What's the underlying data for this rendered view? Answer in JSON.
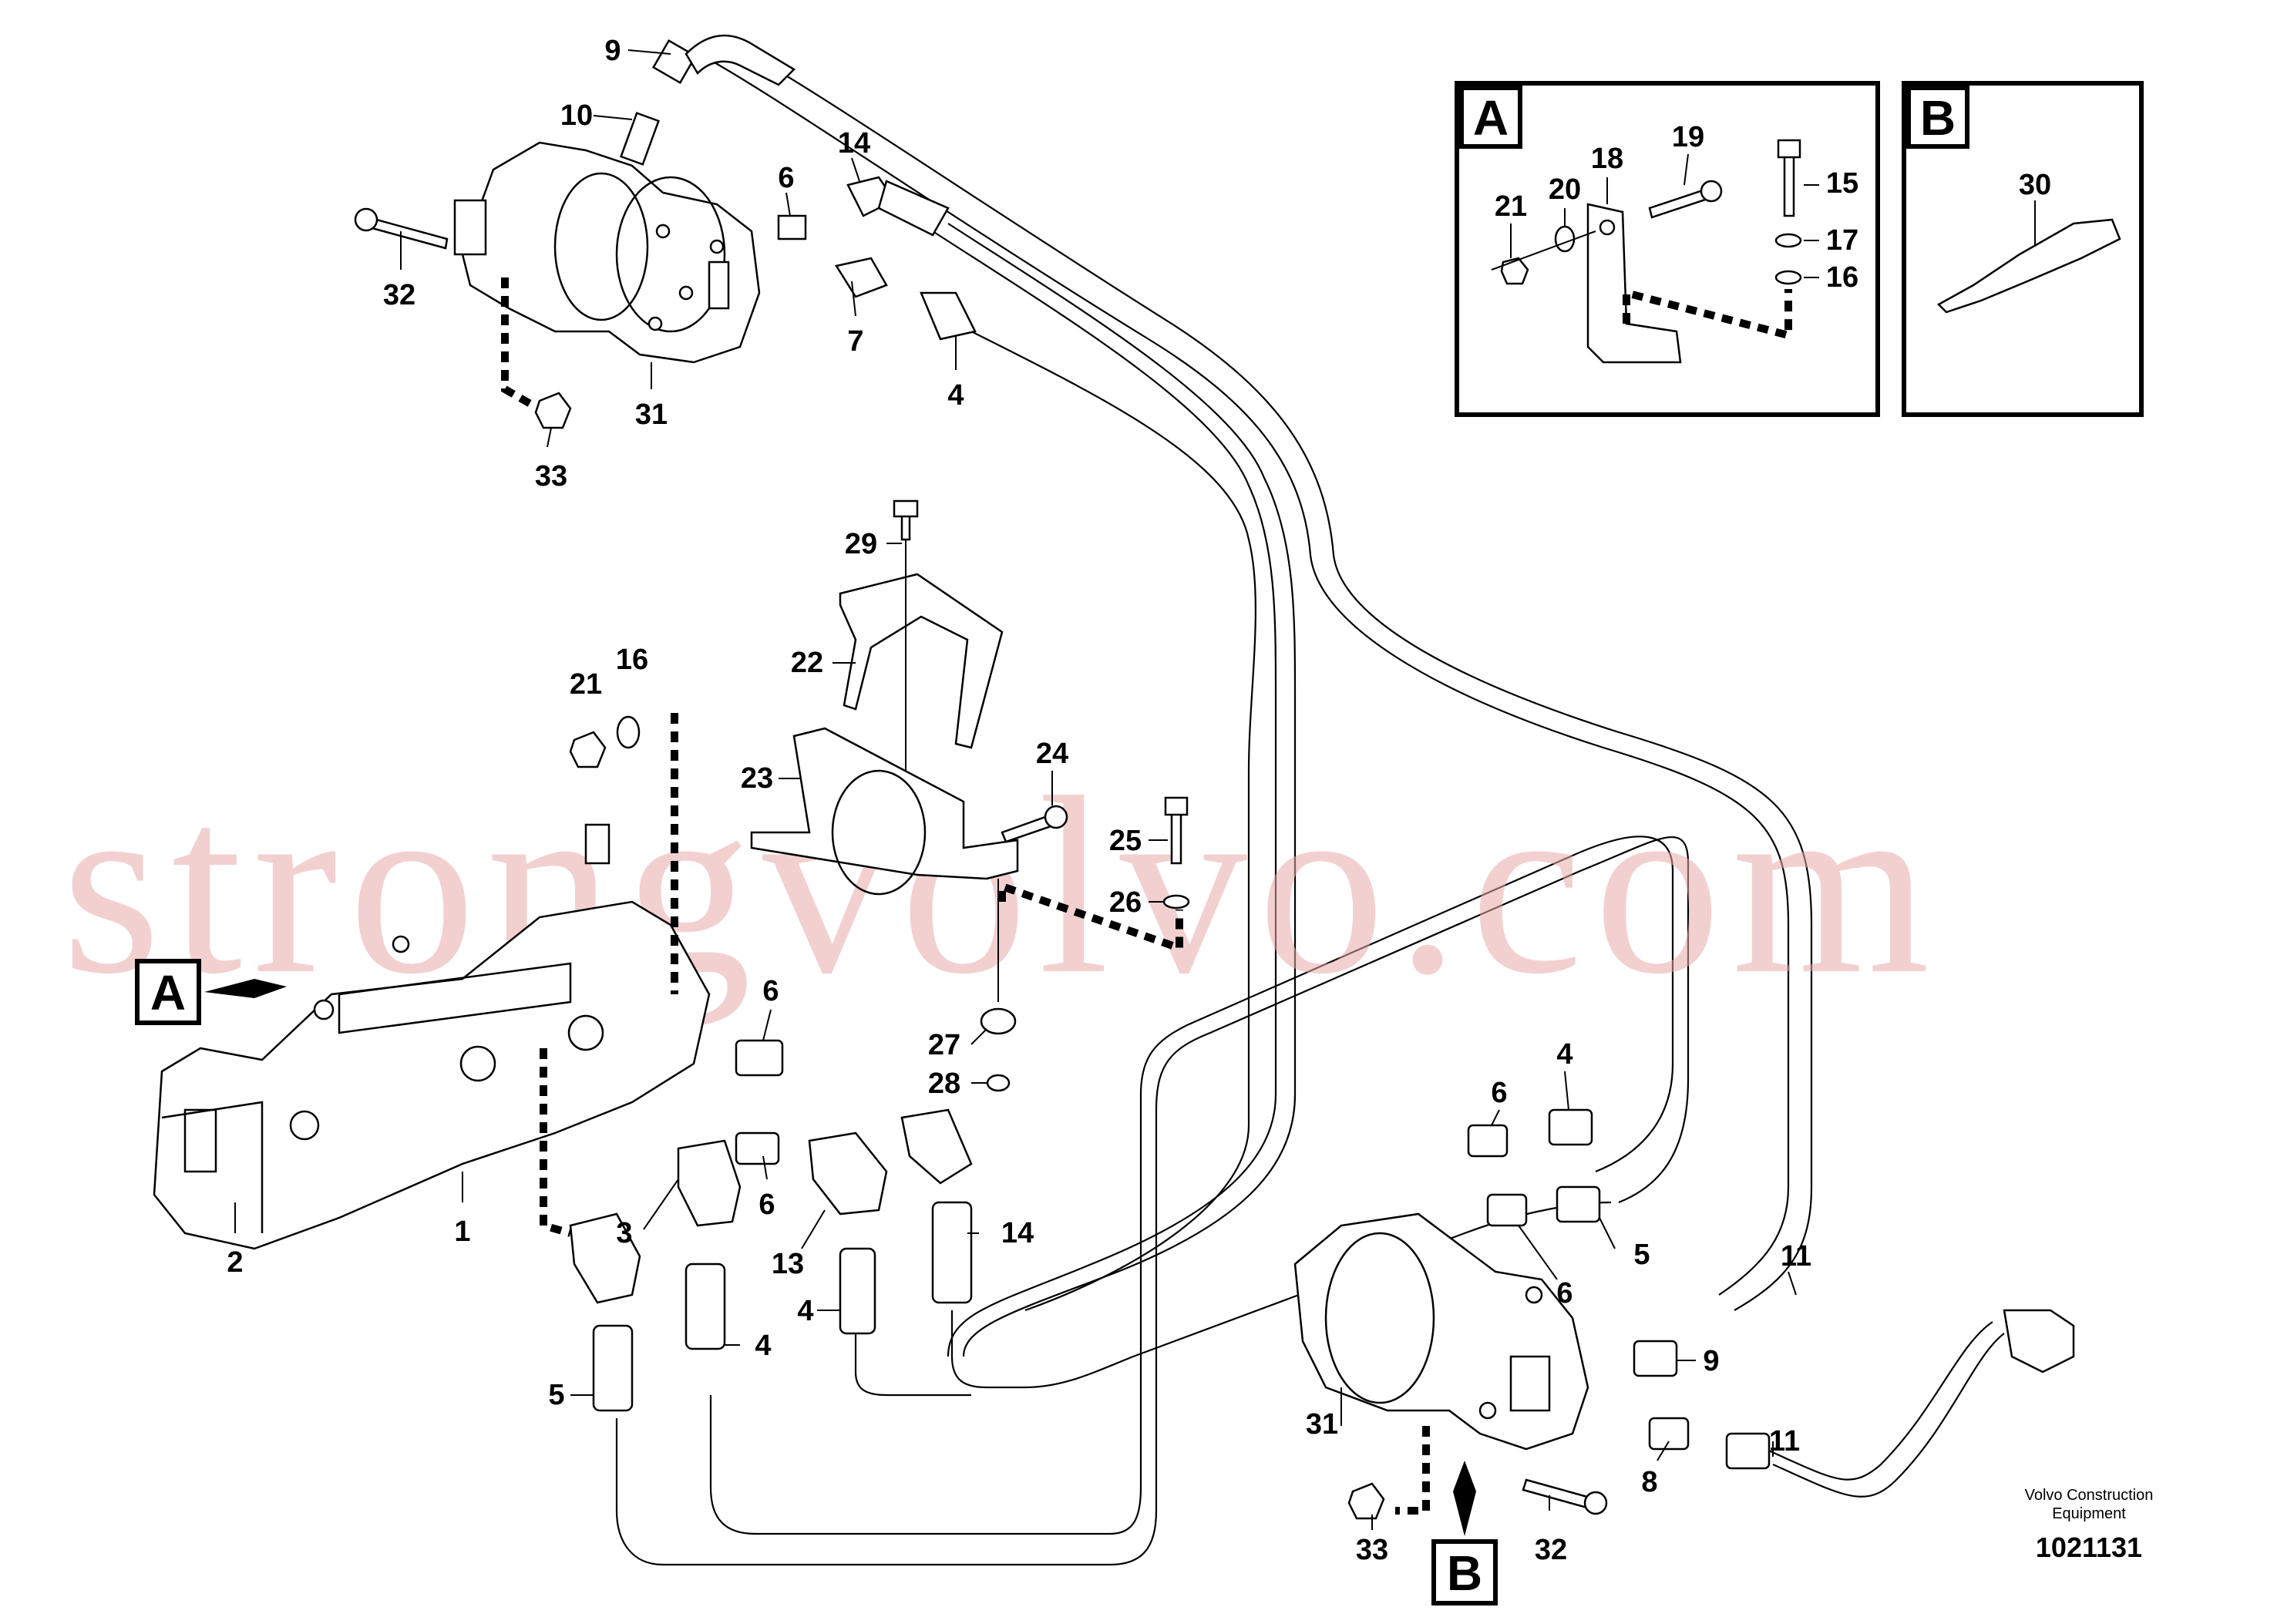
{
  "diagram": {
    "part_labels": {
      "top_9": "9",
      "top_10": "10",
      "top_14": "14",
      "top_6": "6",
      "top_32": "32",
      "top_7": "7",
      "top_4": "4",
      "top_31": "31",
      "top_33": "33",
      "mid_29": "29",
      "mid_22": "22",
      "mid_21": "21",
      "mid_16": "16",
      "mid_23": "23",
      "mid_24": "24",
      "mid_25": "25",
      "mid_26": "26",
      "mid_6": "6",
      "mid_27": "27",
      "mid_28": "28",
      "pump_1": "1",
      "pump_2": "2",
      "low_3": "3",
      "low_6": "6",
      "low_13": "13",
      "low_14": "14",
      "low_4a": "4",
      "low_4b": "4",
      "low_5": "5",
      "right_6a": "6",
      "right_4": "4",
      "right_6b": "6",
      "right_5": "5",
      "right_11a": "11",
      "right_9": "9",
      "right_31": "31",
      "right_11b": "11",
      "right_8": "8",
      "right_33": "33",
      "right_32": "32",
      "inset_a_21": "21",
      "inset_a_20": "20",
      "inset_a_18": "18",
      "inset_a_19": "19",
      "inset_a_15": "15",
      "inset_a_17": "17",
      "inset_a_16": "16",
      "inset_b_30": "30"
    },
    "callouts": {
      "inset_a_tag": "A",
      "inset_b_tag": "B",
      "pointer_a": "A",
      "pointer_b": "B"
    },
    "watermark": "strongvolvo.com",
    "footer": {
      "brand_line1": "Volvo Construction",
      "brand_line2": "Equipment",
      "drawing_number": "1021131"
    }
  }
}
